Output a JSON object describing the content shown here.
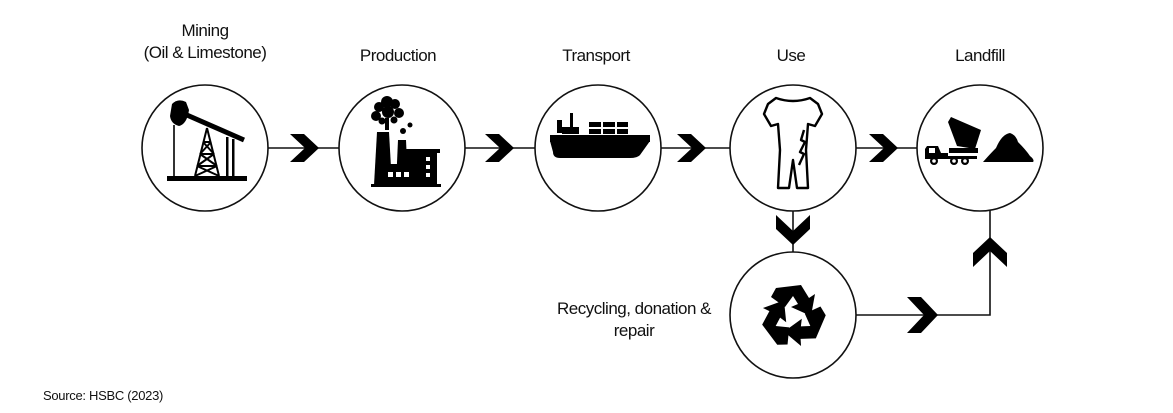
{
  "diagram": {
    "type": "flow",
    "stages": [
      {
        "id": "mining",
        "label_lines": [
          "Mining",
          "(Oil & Limestone)"
        ],
        "icon": "oil-pump-jack-icon"
      },
      {
        "id": "production",
        "label_lines": [
          "Production"
        ],
        "icon": "factory-icon"
      },
      {
        "id": "transport",
        "label_lines": [
          "Transport"
        ],
        "icon": "cargo-ship-icon"
      },
      {
        "id": "use",
        "label_lines": [
          "Use"
        ],
        "icon": "garment-suit-icon"
      },
      {
        "id": "landfill",
        "label_lines": [
          "Landfill"
        ],
        "icon": "dump-truck-landfill-icon"
      },
      {
        "id": "recycling",
        "label_lines": [
          "Recycling, donation &",
          "repair"
        ],
        "icon": "recycle-icon"
      }
    ],
    "edges": [
      {
        "from": "mining",
        "to": "production",
        "direction": "right"
      },
      {
        "from": "production",
        "to": "transport",
        "direction": "right"
      },
      {
        "from": "transport",
        "to": "use",
        "direction": "right"
      },
      {
        "from": "use",
        "to": "landfill",
        "direction": "right"
      },
      {
        "from": "use",
        "to": "recycling",
        "direction": "down"
      },
      {
        "from": "recycling",
        "to": "landfill",
        "direction": "right-then-up"
      }
    ],
    "colors": {
      "stroke": "#111111",
      "fill": "#000000",
      "background": "#ffffff"
    }
  },
  "source": "Source: HSBC (2023)"
}
